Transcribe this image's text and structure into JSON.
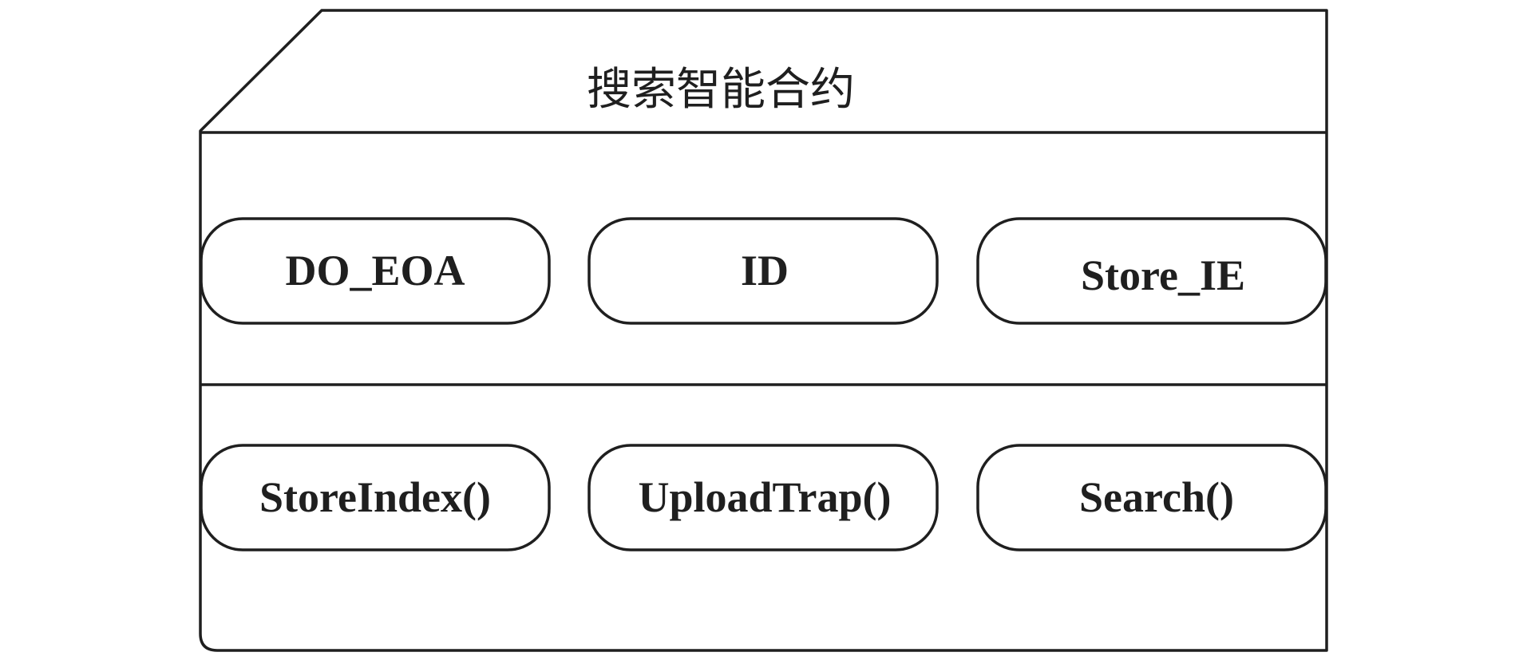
{
  "diagram": {
    "title": "搜索智能合约",
    "attributes": [
      {
        "label": "DO_EOA"
      },
      {
        "label": "ID"
      },
      {
        "label": "Store_IE"
      }
    ],
    "methods": [
      {
        "label": "StoreIndex()"
      },
      {
        "label": "UploadTrap()"
      },
      {
        "label": "Search()"
      }
    ]
  }
}
